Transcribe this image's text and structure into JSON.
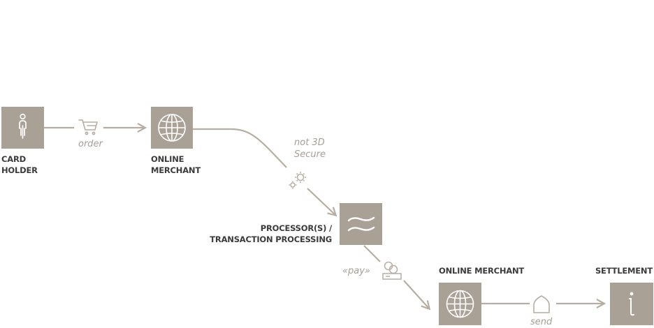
{
  "nodes": {
    "card_holder": {
      "line1": "CARD",
      "line2": "HOLDER",
      "icon": "person-icon"
    },
    "online_merchant_1": {
      "line1": "ONLINE",
      "line2": "MERCHANT",
      "icon": "globe-icon"
    },
    "processor": {
      "line1": "PROCESSOR(S) /",
      "line2": "TRANSACTION PROCESSING",
      "icon": "exchange-arrows-icon"
    },
    "online_merchant_2": {
      "label": "ONLINE MERCHANT",
      "icon": "globe-icon"
    },
    "settlement": {
      "label": "SETTLEMENT",
      "icon": "info-icon"
    }
  },
  "edges": {
    "order": {
      "label": "order",
      "icon": "shopping-cart-icon"
    },
    "not_3d_secure": {
      "line1": "not 3D",
      "line2": "Secure",
      "icon": "gears-icon"
    },
    "pay": {
      "label": "«pay»",
      "icon": "coins-icon"
    },
    "send": {
      "label": "send",
      "icon": "house-icon"
    }
  },
  "colors": {
    "node_fill": "#aaa196",
    "connector": "#b6aea4",
    "label_text": "#3b3b3b",
    "edge_text": "#a59f96",
    "icon_stroke": "#ffffff"
  }
}
